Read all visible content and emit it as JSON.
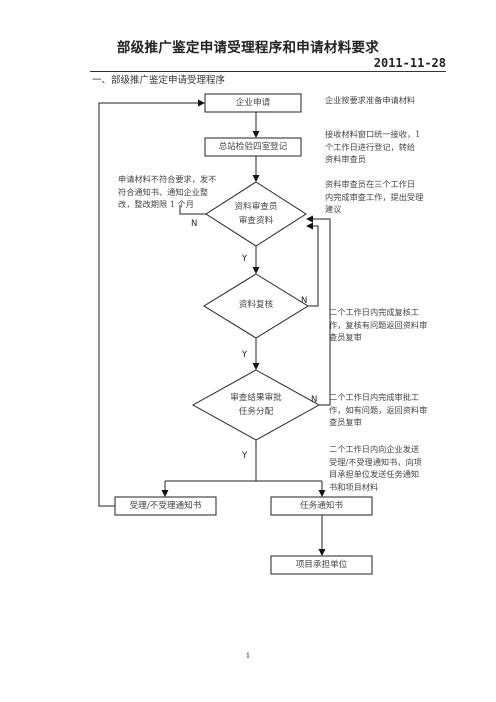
{
  "document": {
    "title": "部级推广鉴定申请受理程序和申请材料要求",
    "date": "2011-11-28",
    "section_heading": "一、部级推广鉴定申请受理程序",
    "page_number": "1"
  },
  "flowchart": {
    "nodes": {
      "apply": "企业申请",
      "register": "总站检验四室登记",
      "review": "资料审查员\n审查资料",
      "recheck": "资料复核",
      "approve": "审查结果审批\n任务分配",
      "accept_notice": "受理/不受理通知书",
      "task_notice": "任务通知书",
      "undertaker": "项目承担单位"
    },
    "notes": {
      "apply": "企业按要求准备申请材料",
      "register": "接收材料窗口统一接收，1\n个工作日进行登记，转给\n资料审查员",
      "review": "资料审查员在三个工作日\n内完成审查工作，提出受理\n建议",
      "reject": "申请材料不符合要求，发不\n符合通知书、通知企业整\n改，整改期限 1 个月",
      "recheck": "二个工作日内完成复核工\n作，复核有问题返回资料审\n查员复审",
      "approve": "二个工作日内完成审批工\n作，如有问题，返回资料审\n查员复审",
      "notice": "二个工作日内向企业发送\n受理/不受理通知书，向项\n目承担单位发送任务通知\n书和项目材料"
    },
    "flags": {
      "review_no": "N",
      "review_yes": "Y",
      "recheck_no": "N",
      "recheck_yes": "Y",
      "approve_no": "N",
      "approve_yes": "Y"
    }
  }
}
